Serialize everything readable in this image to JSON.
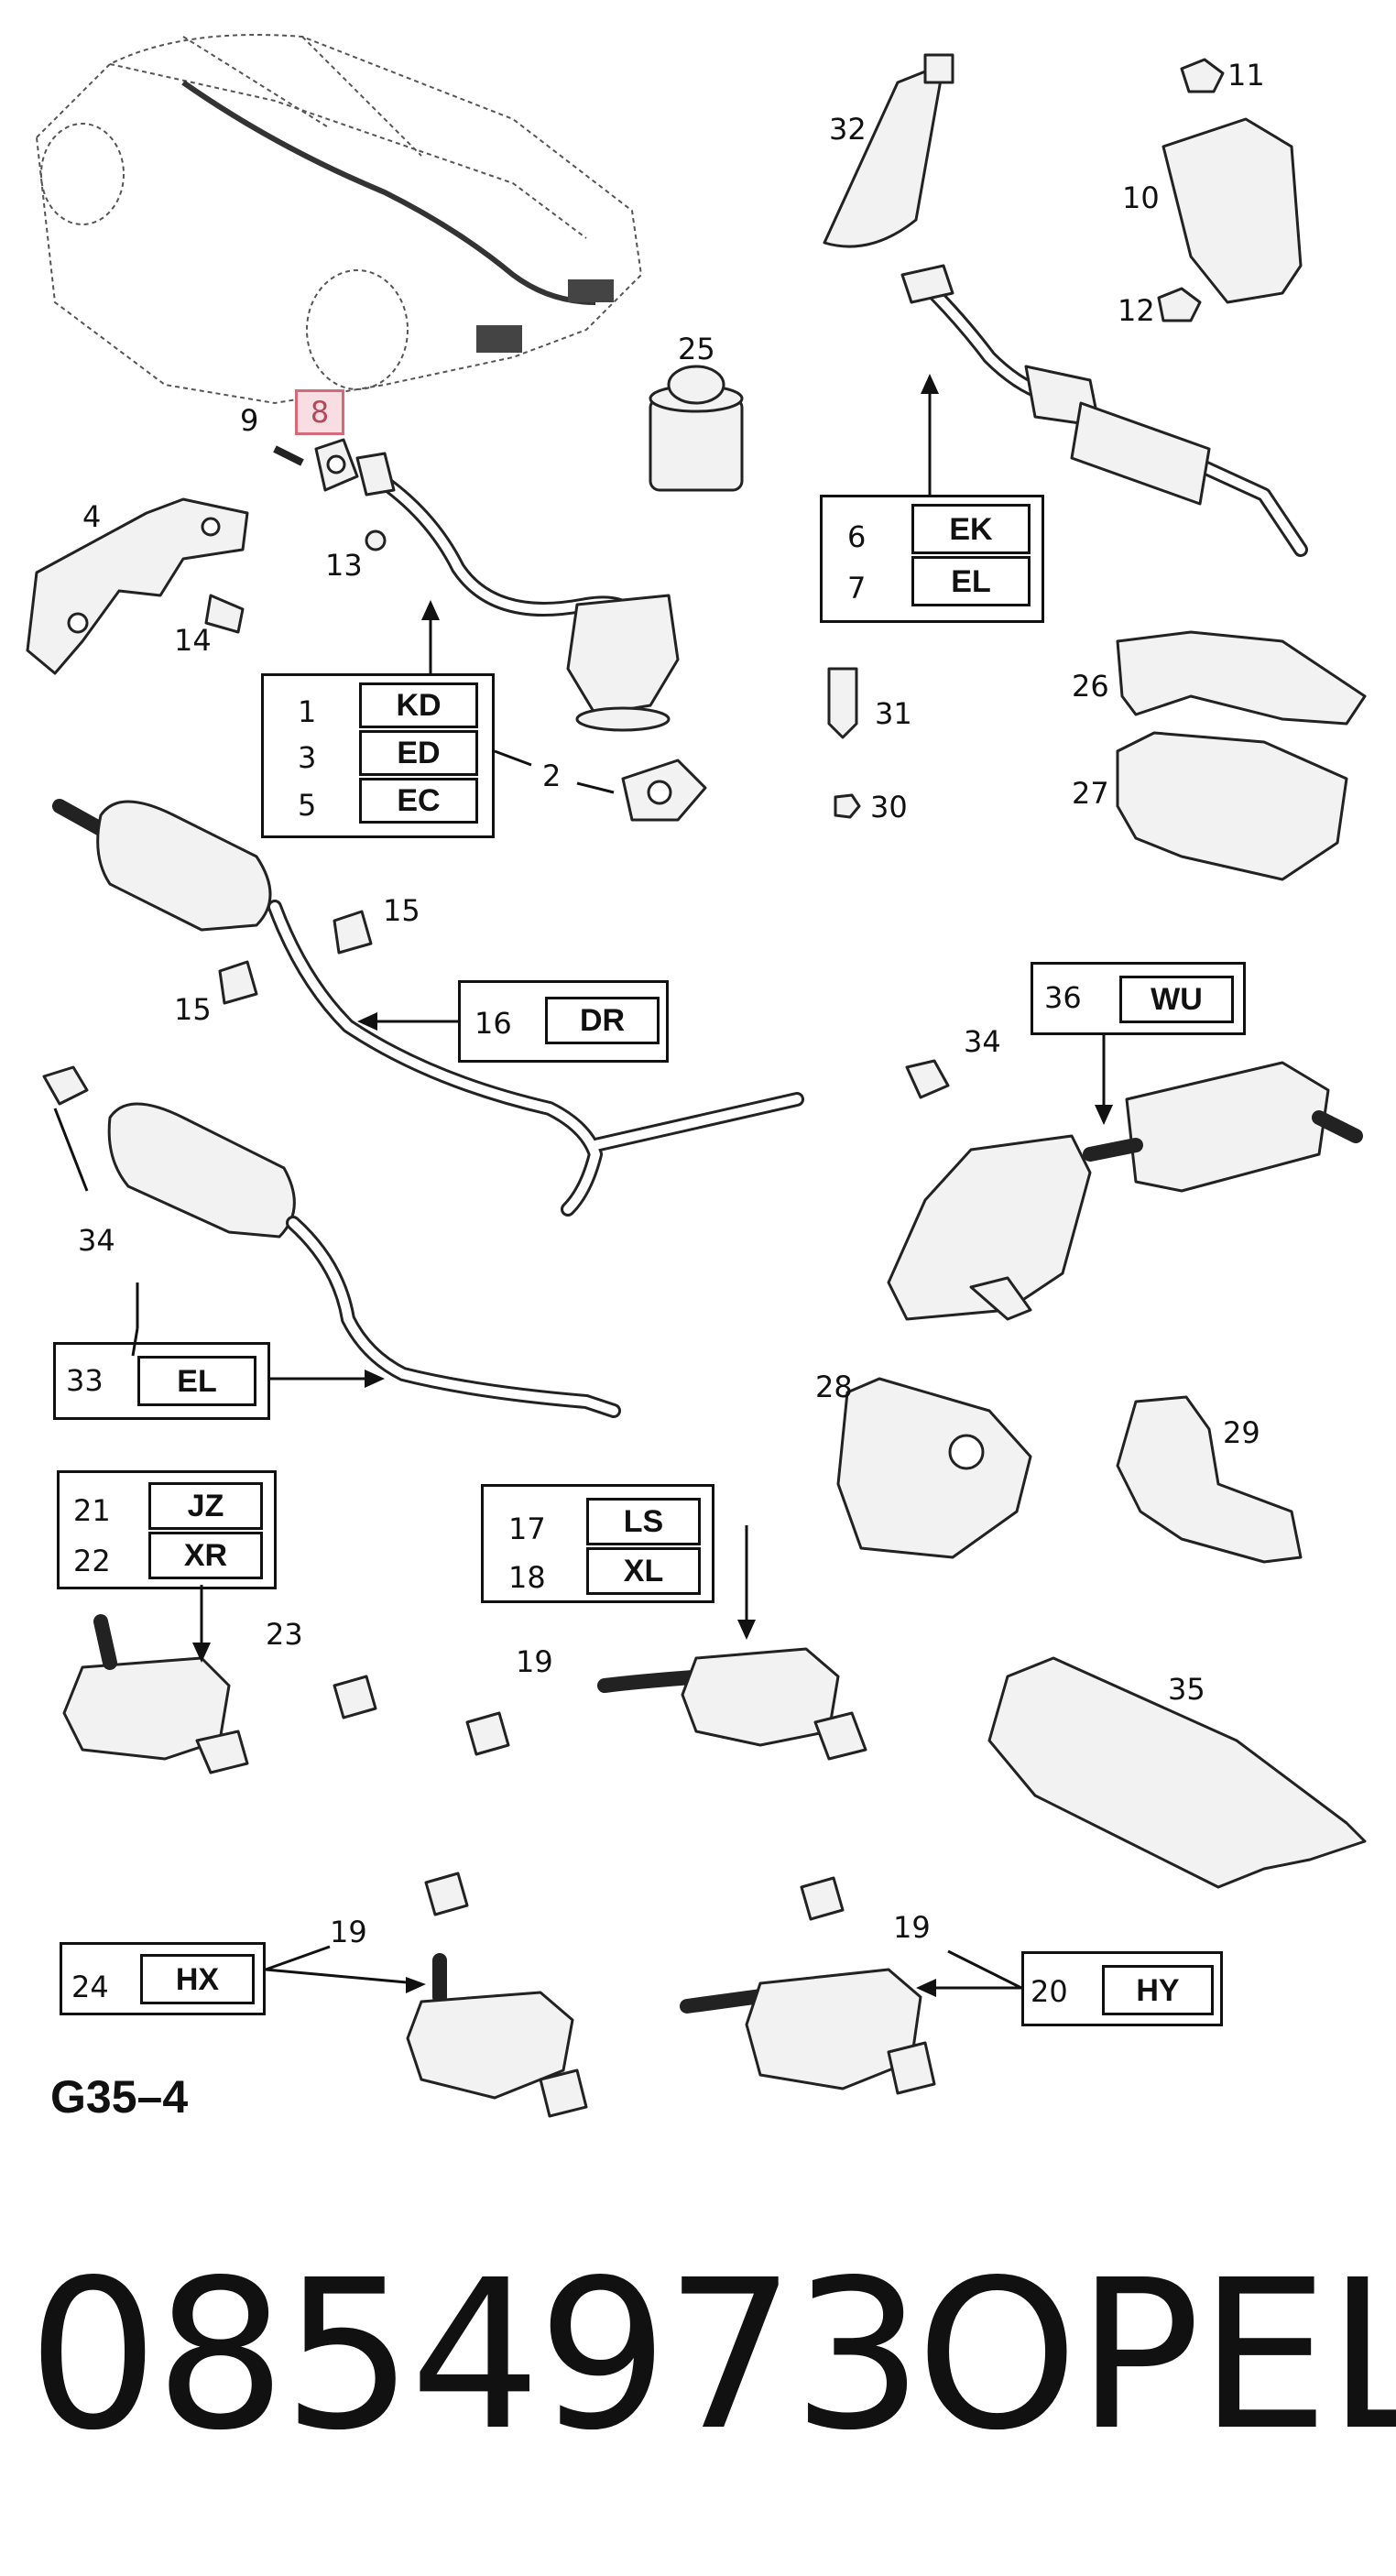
{
  "callouts": {
    "n1": "1",
    "n2": "2",
    "n3": "3",
    "n4": "4",
    "n5": "5",
    "n6": "6",
    "n7": "7",
    "n8": "8",
    "n9": "9",
    "n10": "10",
    "n11": "11",
    "n12": "12",
    "n13": "13",
    "n14": "14",
    "n15a": "15",
    "n15b": "15",
    "n16": "16",
    "n17": "17",
    "n18": "18",
    "n19a": "19",
    "n19b": "19",
    "n19c": "19",
    "n20": "20",
    "n21": "21",
    "n22": "22",
    "n23": "23",
    "n24": "24",
    "n25": "25",
    "n26": "26",
    "n27": "27",
    "n28": "28",
    "n29": "29",
    "n30": "30",
    "n31": "31",
    "n32": "32",
    "n33": "33",
    "n34a": "34",
    "n34b": "34",
    "n35": "35",
    "n36": "36"
  },
  "codes": {
    "c1": "KD",
    "c3": "ED",
    "c5": "EC",
    "c6": "EK",
    "c7": "EL",
    "c16": "DR",
    "c36": "WU",
    "c33": "EL",
    "c21": "JZ",
    "c22": "XR",
    "c17": "LS",
    "c18": "XL",
    "c24": "HX",
    "c20": "HY"
  },
  "highlight_color": "#f8dde2",
  "diagram_code": "G35–4",
  "part_number": "0854973",
  "brand": "OPEL"
}
